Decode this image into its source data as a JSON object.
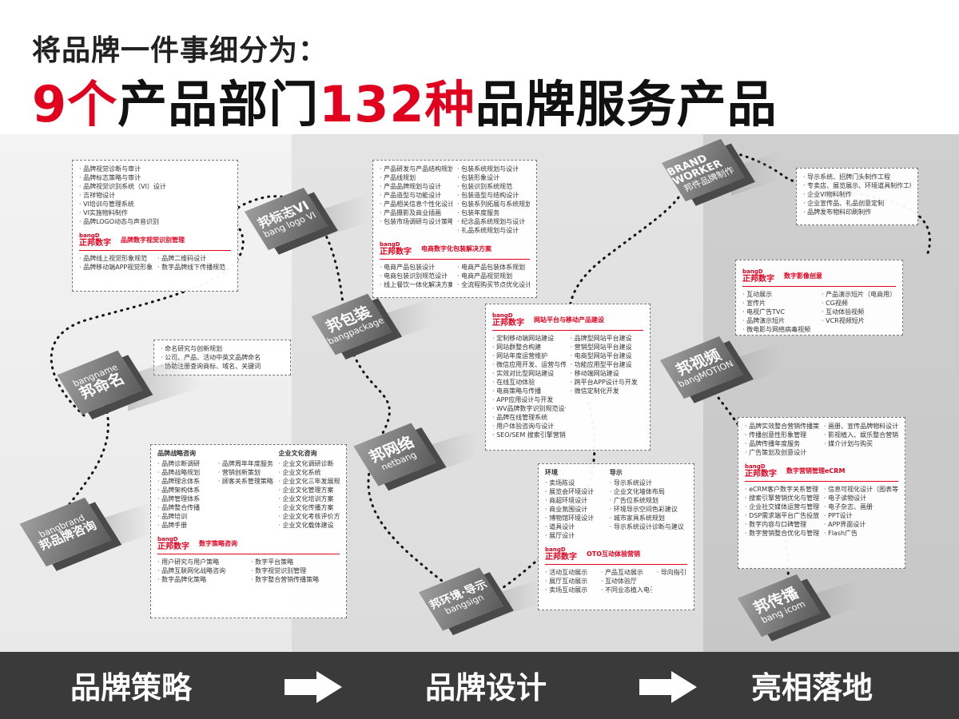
{
  "header": {
    "line1": "将品牌一件事细分为：",
    "num1": "9个",
    "mid": "产品部门",
    "num2": "132种",
    "tail": "品牌服务产品"
  },
  "brand": {
    "logo_top": "bangD",
    "logo_main": "正邦数字"
  },
  "departments": [
    {
      "cn": "邦命名",
      "en": "bangname"
    },
    {
      "cn": "邦品牌咨询",
      "en": "bangbrand"
    },
    {
      "cn": "邦标志VI",
      "en": "bang logo VI"
    },
    {
      "cn": "邦包装",
      "en": "bangpackage"
    },
    {
      "cn": "邦网络",
      "en": "netbang"
    },
    {
      "cn": "邦环境·导示",
      "en": "bangsign"
    },
    {
      "cn": "BRAND WORKER",
      "en": "邦件品牌制作"
    },
    {
      "cn": "邦视频",
      "en": "bangMOTION"
    },
    {
      "cn": "邦传播",
      "en": "bang icom"
    }
  ],
  "boxes": {
    "vi": {
      "items": [
        "品牌视觉诊断与审计",
        "品牌标志策略与审计",
        "品牌视觉识别系统（VI）设计",
        "吉祥物设计",
        "VI培训与管理系统",
        "VI实施物料制作",
        "品牌LOGO动态与声音识别"
      ],
      "unit": "品牌数字视觉识别管理",
      "items2a": [
        "品牌线上视觉形象规范",
        "品牌移动端APP视觉形象规范"
      ],
      "items2b": [
        "品牌二维码设计",
        "数字品牌线下传播规范"
      ]
    },
    "naming": {
      "items": [
        "命名研究与创新规划",
        "公司、产品、活动中英文品牌命名",
        "协助注册查询商标、域名、关键词"
      ]
    },
    "package": {
      "col1": [
        "产品研发与产品结构规划",
        "产品线规划",
        "产品品牌规划与设计",
        "产品造型与功能设计",
        "产品相关信息个性化设计",
        "产品摄影及商业插画",
        "包装市场调研与设计策略"
      ],
      "col2": [
        "包装系统规划与设计",
        "包装形象设计",
        "包装识别系统规范",
        "包装造型与结构设计",
        "包装系列拓展与系统规划",
        "包装年度服务",
        "纪念品系统规划与设计",
        "礼品系统规划与设计"
      ],
      "unit": "电商数字化包装解决方案",
      "items2a": [
        "电商产品包装设计",
        "电商包装识别规范设计",
        "线上餐饮一体化解决方案"
      ],
      "items2b": [
        "电商产品包装体系规划",
        "电商产品视觉规划",
        "全流程购买节点优化设计"
      ]
    },
    "web": {
      "unit": "网站平台与移动产品建设",
      "col1": [
        "定制移动端网站建设",
        "网站群整合构建",
        "网站年度运营维护",
        "微信应用开发、运营与传播",
        "实效对比型网站建设",
        "在线互动体验",
        "电商策略与传播",
        "APP应用设计与开发",
        "WV品牌数字识别规范设计",
        "品牌在线管理系统",
        "用户体验咨询与设计",
        "SEO/SEM 搜索引擎营销"
      ],
      "col2": [
        "品牌型网站平台建设",
        "营销型网站平台建设",
        "电商型网站平台建设",
        "功能应用型平台建设",
        "移动端网站建设",
        "跨平台APP设计与开发",
        "微信定制化开发"
      ]
    },
    "worker": {
      "items": [
        "导示系统、招牌门头制作工程",
        "专卖店、展览展示、环境道具制作工程",
        "企业VI物料制作",
        "企业宣传品、礼品创意定制",
        "品牌发布物料印刷制作"
      ]
    },
    "motion": {
      "unit": "数字影像创意",
      "col1": [
        "互动展示",
        "宣传片",
        "电视广告TVC",
        "品牌演示短片",
        "微电影与网络病毒视频"
      ],
      "col2": [
        "产品演示短片（电商用）",
        "CG视频",
        "互动体验视频",
        "VCR视频短片"
      ]
    },
    "consult": {
      "head1": "品牌战略咨询",
      "head2": "企业文化咨询",
      "col1": [
        "品牌诊断调研",
        "品牌战略规划",
        "品牌理念体系",
        "品牌架构体系",
        "品牌管理体系",
        "品牌整合传播",
        "品牌培训",
        "品牌手册"
      ],
      "col2": [
        "品牌周年年度服务",
        "营销创新策划",
        "顾客关系管理策略"
      ],
      "col3": [
        "企业文化调研诊断",
        "企业文化系统",
        "企业文化三年发展规划",
        "企业文化管理方案",
        "企业文化培训方案",
        "企业文化传播方案",
        "企业文化考核评价方案",
        "企业文化载体建设"
      ],
      "unit": "数字策略咨询",
      "items2a": [
        "用户研究与用户策略",
        "品牌互联网化战略咨询",
        "数字品牌化策略"
      ],
      "items2b": [
        "数字平台策略",
        "数字视觉识别管理",
        "数字整合营销传播策略"
      ]
    },
    "env": {
      "head1": "环境",
      "head2": "导示",
      "col1": [
        "卖场陈设",
        "展览会环境设计",
        "商超环境设计",
        "商业氛围设计",
        "博物馆环境设计",
        "道具设计",
        "展厅设计"
      ],
      "col2": [
        "导示系统设计",
        "企业文化墙体布局",
        "广告位系统规划",
        "环境导示空间色彩建议",
        "城市家具系统规划",
        "导示系统设计诊断与建议"
      ],
      "unit": "OTO互动体验营销",
      "c2a": [
        "活动互动展示",
        "展厅互动展示",
        "卖场互动展示"
      ],
      "c2b": [
        "产品互动展示",
        "互动体验厅",
        "不同业态植入电子终端"
      ],
      "c2c": [
        "导向指引"
      ]
    },
    "icom": {
      "col1": [
        "品牌实效整合营销传播策略",
        "传播创意性形象管理",
        "品牌传播年度服务",
        "广告策划及创意设计"
      ],
      "col2": [
        "画册、宣传品牌物料设计制作",
        "影视植入、娱乐整合营销",
        "媒介计划与购买"
      ],
      "unit": "数字营销管理eCRM",
      "c2a": [
        "eCRM客户数字关系管理",
        "搜索引擎营销优化与管理",
        "企业社交媒体运营与管理",
        "DSP需求端平台广告投放管理",
        "数字内容与口碑管理",
        "数字营销整合优化与管理"
      ],
      "c2b": [
        "信息可视化设计（图表等）",
        "电子读物设计",
        "电子杂志、画册",
        "PPT设计",
        "APP界面设计",
        "Flash广告"
      ]
    }
  },
  "stages": [
    "品牌策略",
    "品牌设计",
    "亮相落地"
  ]
}
